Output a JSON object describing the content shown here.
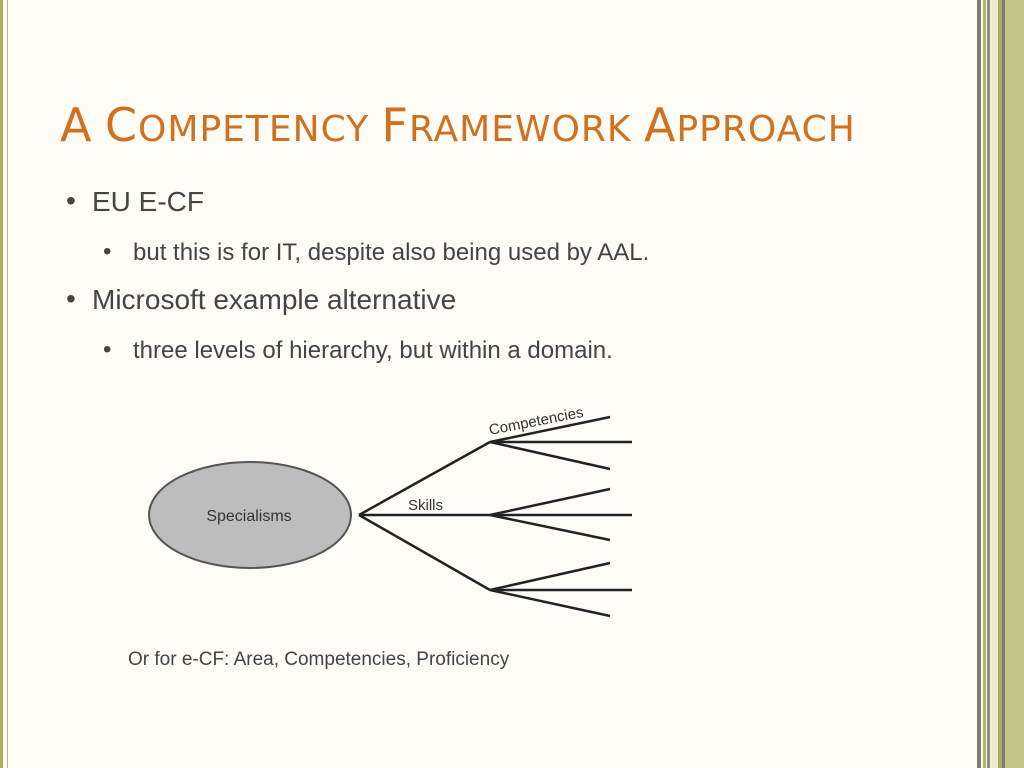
{
  "slide": {
    "title": {
      "words": [
        {
          "cap": "A",
          "rest": ""
        },
        {
          "cap": "C",
          "rest": "OMPETENCY"
        },
        {
          "cap": "F",
          "rest": "RAMEWORK"
        },
        {
          "cap": "A",
          "rest": "PPROACH"
        }
      ]
    },
    "bullets": [
      {
        "level": 1,
        "text": "EU E-CF"
      },
      {
        "level": 2,
        "text": "but this is for IT, despite also being used by AAL."
      },
      {
        "level": 1,
        "text": "Microsoft example alternative"
      },
      {
        "level": 2,
        "text": "three levels of hierarchy, but within a domain."
      }
    ],
    "bullet_glyph": "•",
    "diagram": {
      "root_label": "Specialisms",
      "middle_label": "Skills",
      "leaf_label": "Competencies"
    },
    "note": "Or for e-CF:  Area, Competencies, Proficiency"
  },
  "colors": {
    "title": "#d2701e",
    "text": "#444444",
    "background": "#fdfcf7",
    "border_olive": "#a9ad64",
    "ellipse_fill": "#bdbdbd"
  }
}
